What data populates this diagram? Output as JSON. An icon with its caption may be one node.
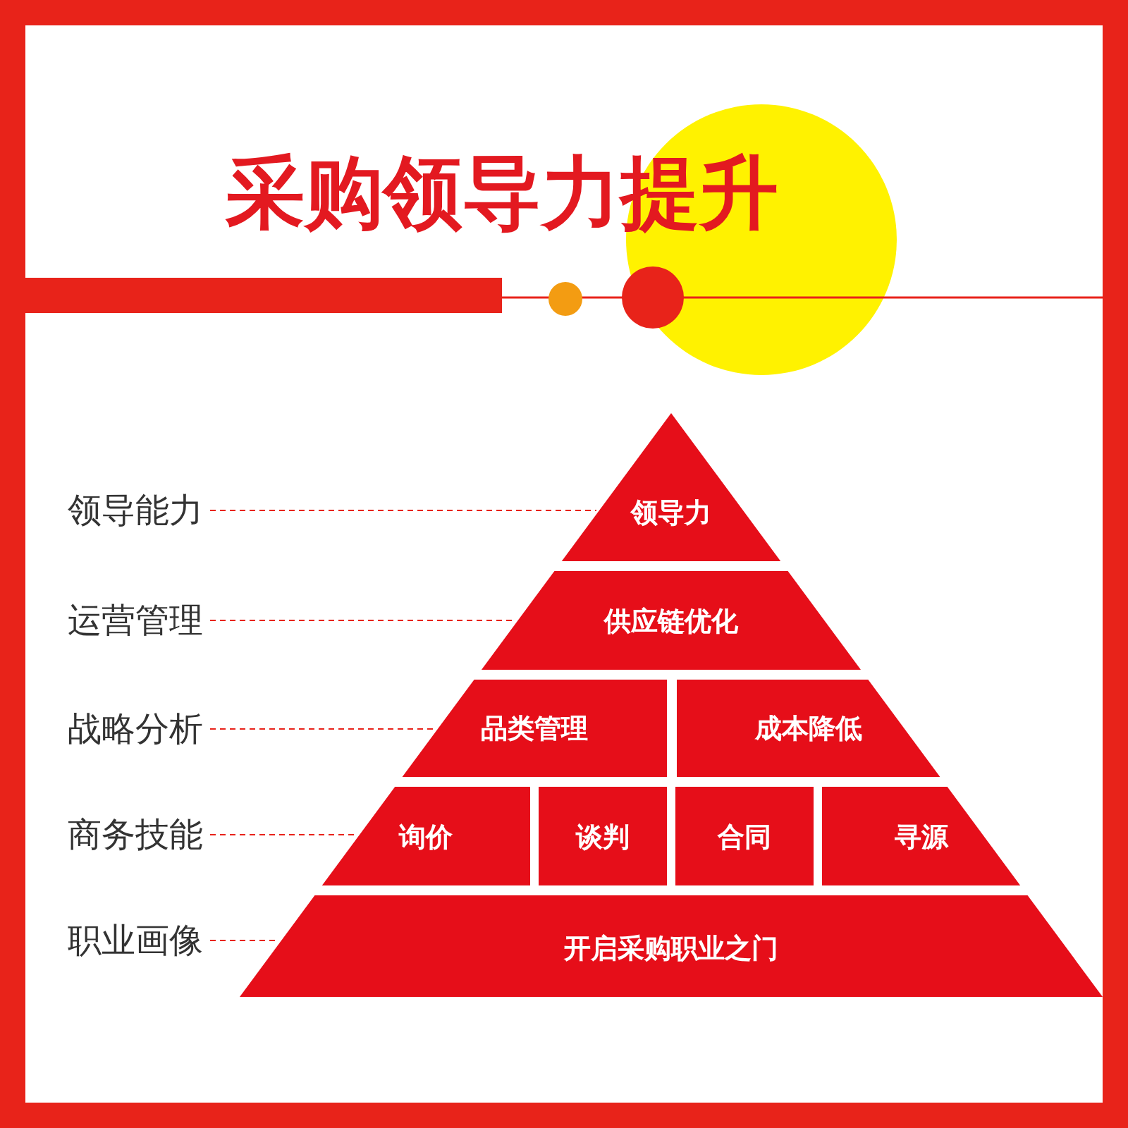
{
  "diagram": {
    "title": "采购领导力提升",
    "nodes": [
      {
        "text": [
          "领导能力"
        ]
      },
      {
        "text": [
          "领导力"
        ]
      },
      {
        "text": [
          "运营管理"
        ]
      },
      {
        "text": [
          "供应链优化"
        ]
      },
      {
        "text": [
          "战略分析"
        ]
      },
      {
        "text": [
          "品类管理"
        ]
      },
      {
        "text": [
          "成本降低"
        ]
      },
      {
        "text": [
          "商务技能"
        ]
      },
      {
        "text": [
          "询价"
        ]
      },
      {
        "text": [
          "谈判"
        ]
      },
      {
        "text": [
          "合同"
        ]
      },
      {
        "text": [
          "寻源"
        ]
      },
      {
        "text": [
          "职业画像"
        ]
      },
      {
        "text": [
          "开启采购职业之门"
        ]
      }
    ],
    "edges": [
      {
        "from": 0,
        "to": 1,
        "arrow": "none",
        "style": "dashed"
      },
      {
        "from": 2,
        "to": 3,
        "arrow": "none",
        "style": "dashed"
      },
      {
        "from": 4,
        "to": 5,
        "arrow": "none",
        "style": "dashed"
      },
      {
        "from": 7,
        "to": 8,
        "arrow": "none",
        "style": "dashed"
      },
      {
        "from": 12,
        "to": 13,
        "arrow": "none",
        "style": "dashed"
      }
    ]
  }
}
